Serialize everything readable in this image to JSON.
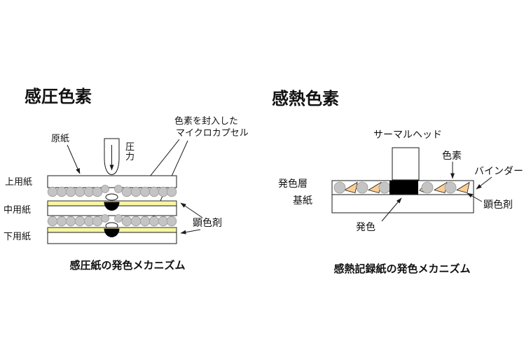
{
  "left_diagram": {
    "title": "感圧色素",
    "caption": "感圧紙の発色メカニズム",
    "labels": {
      "base_paper": "原紙",
      "pressure": "圧力",
      "capsule_line1": "色素を封入した",
      "capsule_line2": "マイクロカプセル",
      "top_sheet": "上用紙",
      "middle_sheet": "中用紙",
      "bottom_sheet": "下用紙",
      "developer": "顕色剤"
    }
  },
  "right_diagram": {
    "title": "感熱色素",
    "caption": "感熱記録紙の発色メカニズム",
    "labels": {
      "thermal_head": "サーマルヘッド",
      "dye": "色素",
      "binder": "バインダー",
      "color_layer": "発色層",
      "base_paper": "基紙",
      "coloring": "発色",
      "developer": "顕色剤"
    }
  },
  "colors": {
    "capsule_gray": "#c4c4c4",
    "capsule_gray_border": "#9a9a9a",
    "developer_yellow": "#f7f6a1",
    "developer_orange": "#fbce93",
    "ink_black": "#000000",
    "paper_white": "#ffffff",
    "line_black": "#1a1a1a"
  }
}
